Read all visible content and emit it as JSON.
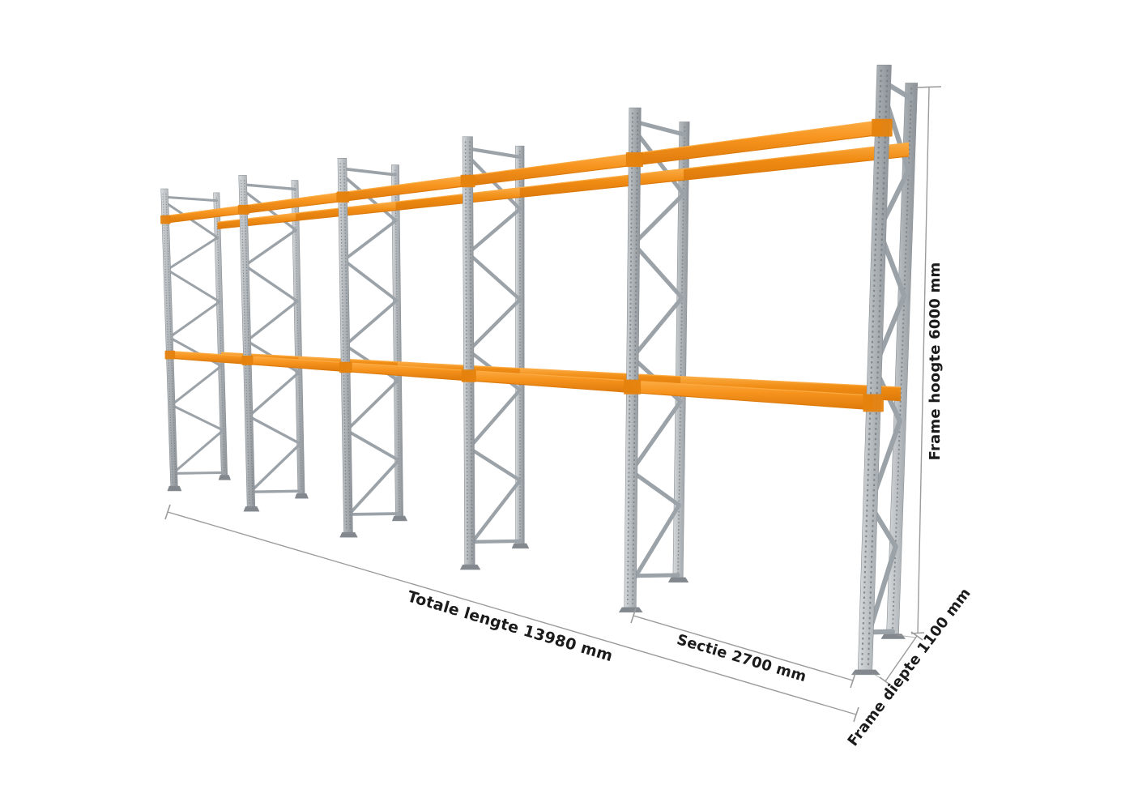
{
  "diagram": {
    "type": "pallet-racking-perspective-illustration",
    "background": "#ffffff",
    "structure": {
      "frames": 6,
      "sections": 5,
      "beam_levels": 2,
      "beams_per_level_per_section": 2
    },
    "dimensions": {
      "total_length": {
        "label": "Totale lengte 13980 mm",
        "value_mm": 13980
      },
      "section": {
        "label": "Sectie 2700 mm",
        "value_mm": 2700
      },
      "frame_height": {
        "label": "Frame hoogte 6000 mm",
        "value_mm": 6000
      },
      "frame_depth": {
        "label": "Frame diepte 1100 mm",
        "value_mm": 1100
      }
    },
    "colors": {
      "beam_face": "#f7941e",
      "beam_top_edge": "#fbab43",
      "beam_bottom_edge": "#dd7a0b",
      "beam_rear_face": "#f08c13",
      "beam_connector": "#e5820e",
      "post_light": "#d8dbdd",
      "post_mid": "#b2b7bb",
      "post_dark": "#8b9196",
      "post_holes": "#747b81",
      "brace": "#9ba2a8",
      "foot": "#82888d",
      "dim_line": "#9b9b9b",
      "dim_text": "#1b1b1b"
    }
  }
}
